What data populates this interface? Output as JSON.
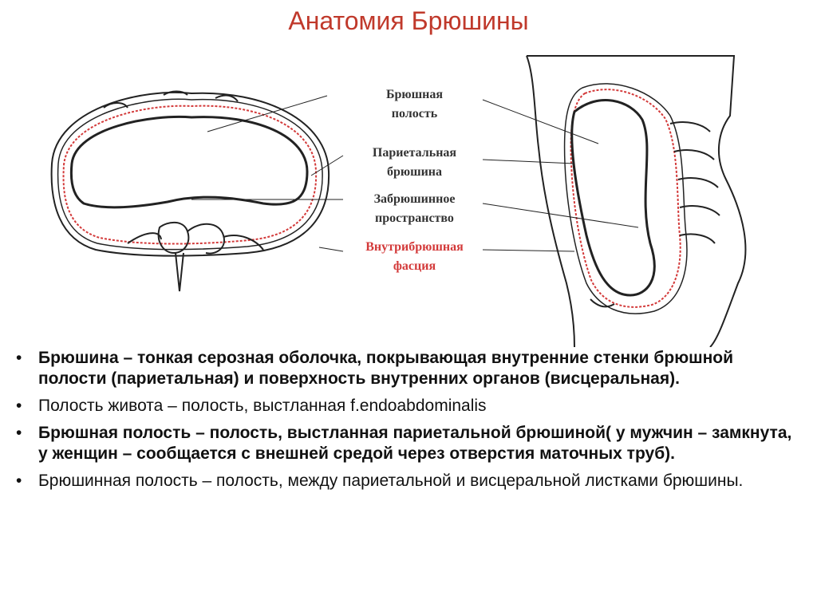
{
  "title": "Анатомия Брюшины",
  "labels": {
    "cavity": [
      "Брюшная",
      "полость"
    ],
    "parietal": [
      "Париетальная",
      "брюшина"
    ],
    "retro": [
      "Забрюшинное",
      "пространство"
    ],
    "fascia": [
      "Внутрибрюшная",
      "фасция"
    ]
  },
  "colors": {
    "title": "#c0392b",
    "fascia": "#d33a3a"
  },
  "bullets": [
    {
      "text": "Брюшина – тонкая серозная оболочка, покрывающая внутренние стенки брюшной полости (париетальная) и поверхность внутренних органов (висцеральная).",
      "bold": true
    },
    {
      "text": "Полость живота – полость, выстланная f.endoabdominalis",
      "bold": false
    },
    {
      "text": "Брюшная полость – полость, выстланная париетальной брюшиной( у мужчин – замкнута, у женщин – сообщается с внешней средой через отверстия маточных труб).",
      "bold": true
    },
    {
      "text": "Брюшинная полость – полость, между париетальной и висцеральной листками брюшины.",
      "bold": false
    }
  ],
  "bullet_symbol": "•"
}
